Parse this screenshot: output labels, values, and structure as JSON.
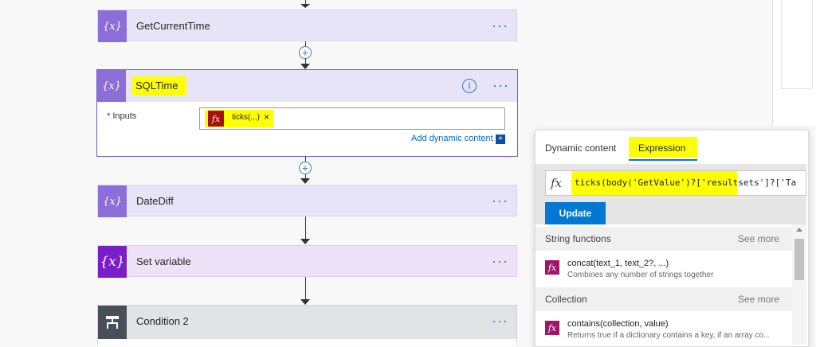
{
  "flow": {
    "get_current_time": {
      "title": "GetCurrentTime",
      "icon": "{𝑥}"
    },
    "sql_time": {
      "title": "SQLTime",
      "icon": "{𝑥}",
      "inputs_required_mark": "*",
      "inputs_label": "Inputs",
      "token": {
        "icon": "fx",
        "label": "ticks(...)",
        "remove": "×"
      },
      "add_dynamic_label": "Add dynamic content",
      "info_icon": "i"
    },
    "date_diff": {
      "title": "DateDiff",
      "icon": "{𝑥}"
    },
    "set_variable": {
      "title": "Set variable",
      "icon": "{x}"
    },
    "condition": {
      "title": "Condition 2"
    },
    "more_label": "···",
    "plus_label": "+"
  },
  "panel": {
    "tabs": [
      "Dynamic content",
      "Expression"
    ],
    "active_tab": "Expression",
    "expression_icon": "fx",
    "expression_value": "ticks(body('GetValue')?['resultsets']?['Ta",
    "update_label": "Update",
    "sections": [
      {
        "title": "String functions",
        "more": "See more",
        "items": [
          {
            "name": "concat(text_1, text_2?, ...)",
            "desc": "Combines any number of strings together"
          }
        ]
      },
      {
        "title": "Collection",
        "more": "See more",
        "items": [
          {
            "name": "contains(collection, value)",
            "desc": "Returns true if a dictionary contains a key, if an array co..."
          }
        ]
      }
    ]
  },
  "colors": {
    "variable_icon": "#8b6ed8",
    "set_variable_icon": "#7a1fc7",
    "condition_icon": "#484f58",
    "accent_blue": "#0078d4",
    "highlight": "#ffff00",
    "fx_token": "#a0166b"
  }
}
